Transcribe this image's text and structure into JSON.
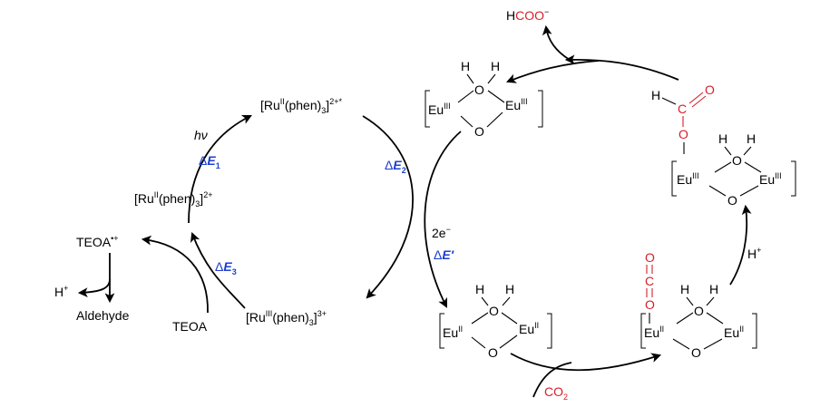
{
  "ru_cycle": {
    "excited": {
      "base": "[Ru",
      "ox": "II",
      "mid": "(phen)",
      "sub": "3",
      "close": "]",
      "charge": "2+*"
    },
    "ground": {
      "base": "[Ru",
      "ox": "II",
      "mid": "(phen)",
      "sub": "3",
      "close": "]",
      "charge": "2+"
    },
    "oxidized": {
      "base": "[Ru",
      "ox": "III",
      "mid": "(phen)",
      "sub": "3",
      "close": "]",
      "charge": "3+"
    },
    "hv_label": "hν",
    "dE1": {
      "delta": "Δ",
      "E": "E",
      "sub": "1"
    },
    "dE2": {
      "delta": "Δ",
      "E": "E",
      "sub": "2"
    },
    "dE3": {
      "delta": "Δ",
      "E": "E",
      "sub": "3"
    }
  },
  "teoa": {
    "radical": {
      "text": "TEOA",
      "sup": "•+"
    },
    "donor": "TEOA",
    "proton": {
      "text": "H",
      "sup": "+"
    },
    "product": "Aldehyde"
  },
  "eu_cycle": {
    "two_e": {
      "text": "2e",
      "sup": "−"
    },
    "dEprime": {
      "delta": "Δ",
      "E": "E′"
    },
    "formate": {
      "H": "H",
      "C": "C",
      "O1": "O",
      "O2": "O",
      "charge": "−"
    },
    "co2": {
      "text": "CO",
      "sub": "2"
    },
    "proton": {
      "text": "H",
      "sup": "+"
    },
    "atoms": {
      "H": "H",
      "O": "O",
      "C": "C",
      "Eu": "Eu",
      "ox_III": "III",
      "ox_II": "II"
    }
  },
  "colors": {
    "red": "#d6202a",
    "blue": "#1f3fd0",
    "black": "#000000"
  }
}
